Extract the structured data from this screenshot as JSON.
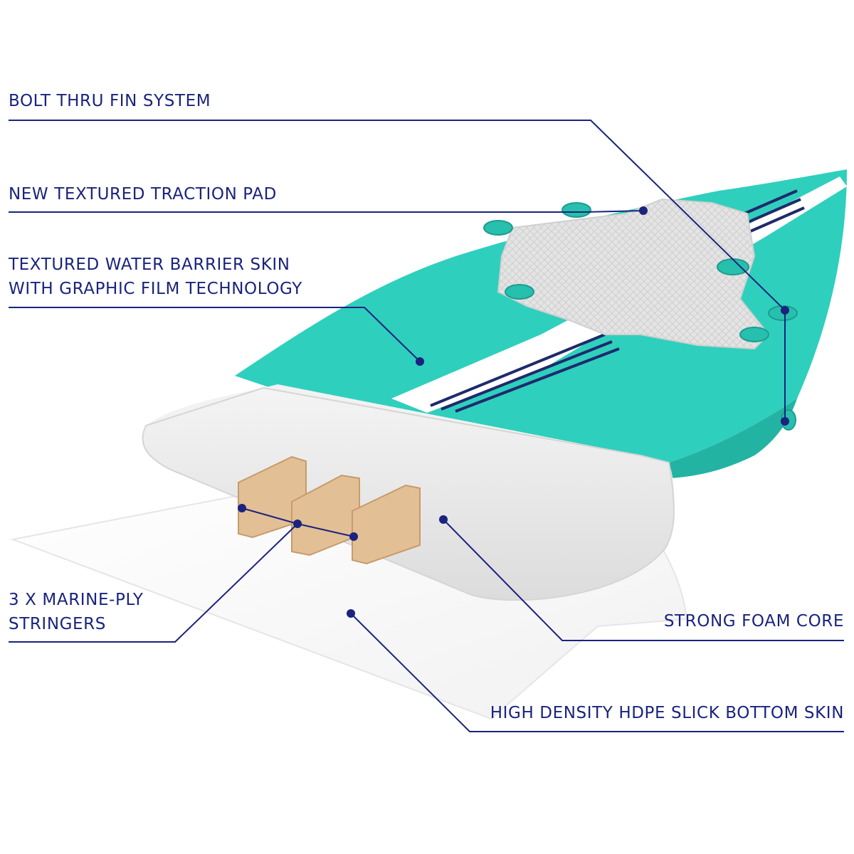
{
  "colors": {
    "ink": "#1a237e",
    "teal": "#2fcfbd",
    "teal_dark": "#22b3a3",
    "foam": "#efefef",
    "foam_shadow": "#d6d6d6",
    "wood": "#e2bf95",
    "wood_edge": "#c79b6b",
    "stripe_navy": "#1f2a6b",
    "pad": "#e6e6e6",
    "bottom_skin": "#fbfbfb"
  },
  "labels": {
    "fin_system": "BOLT THRU FIN SYSTEM",
    "traction_pad": "NEW TEXTURED TRACTION PAD",
    "skin_line1": "TEXTURED WATER BARRIER SKIN",
    "skin_line2": "WITH GRAPHIC FILM TECHNOLOGY",
    "stringers_line1": "3 X MARINE-PLY",
    "stringers_line2": "STRINGERS",
    "foam_core": "STRONG FOAM CORE",
    "bottom_skin": "HIGH DENSITY HDPE SLICK BOTTOM SKIN"
  }
}
